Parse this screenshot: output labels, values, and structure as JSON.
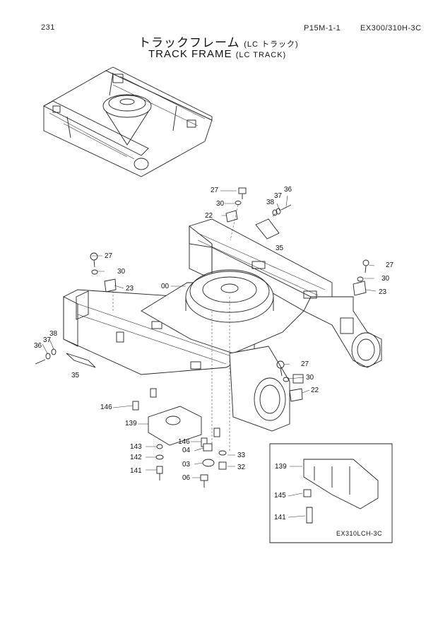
{
  "header": {
    "page_number": "231",
    "doc_code": "P15M-1-1",
    "model": "EX300/310H-3C"
  },
  "title": {
    "jp_main": "トラックフレーム",
    "jp_sub": "(LC トラック)",
    "en_main": "TRACK FRAME",
    "en_sub": "(LC TRACK)"
  },
  "callouts": {
    "c27a": "27",
    "c30a": "30",
    "c22a": "22",
    "c38a": "38",
    "c37a": "37",
    "c36a": "36",
    "c35a": "35",
    "c27b": "27",
    "c30b": "30",
    "c23b": "23",
    "c00": "00",
    "c27c": "27",
    "c30c": "30",
    "c23c": "23",
    "c36d": "36",
    "c37d": "37",
    "c38d": "38",
    "c35d": "35",
    "c27e": "27",
    "c30e": "30",
    "c22e": "22",
    "c146a": "146",
    "c139": "139",
    "c146b": "146",
    "c04": "04",
    "c143": "143",
    "c142": "142",
    "c141": "141",
    "c03": "03",
    "c06": "06",
    "c33": "33",
    "c32": "32"
  },
  "inset": {
    "c139": "139",
    "c145": "145",
    "c141": "141",
    "caption": "EX310LCH-3C"
  }
}
